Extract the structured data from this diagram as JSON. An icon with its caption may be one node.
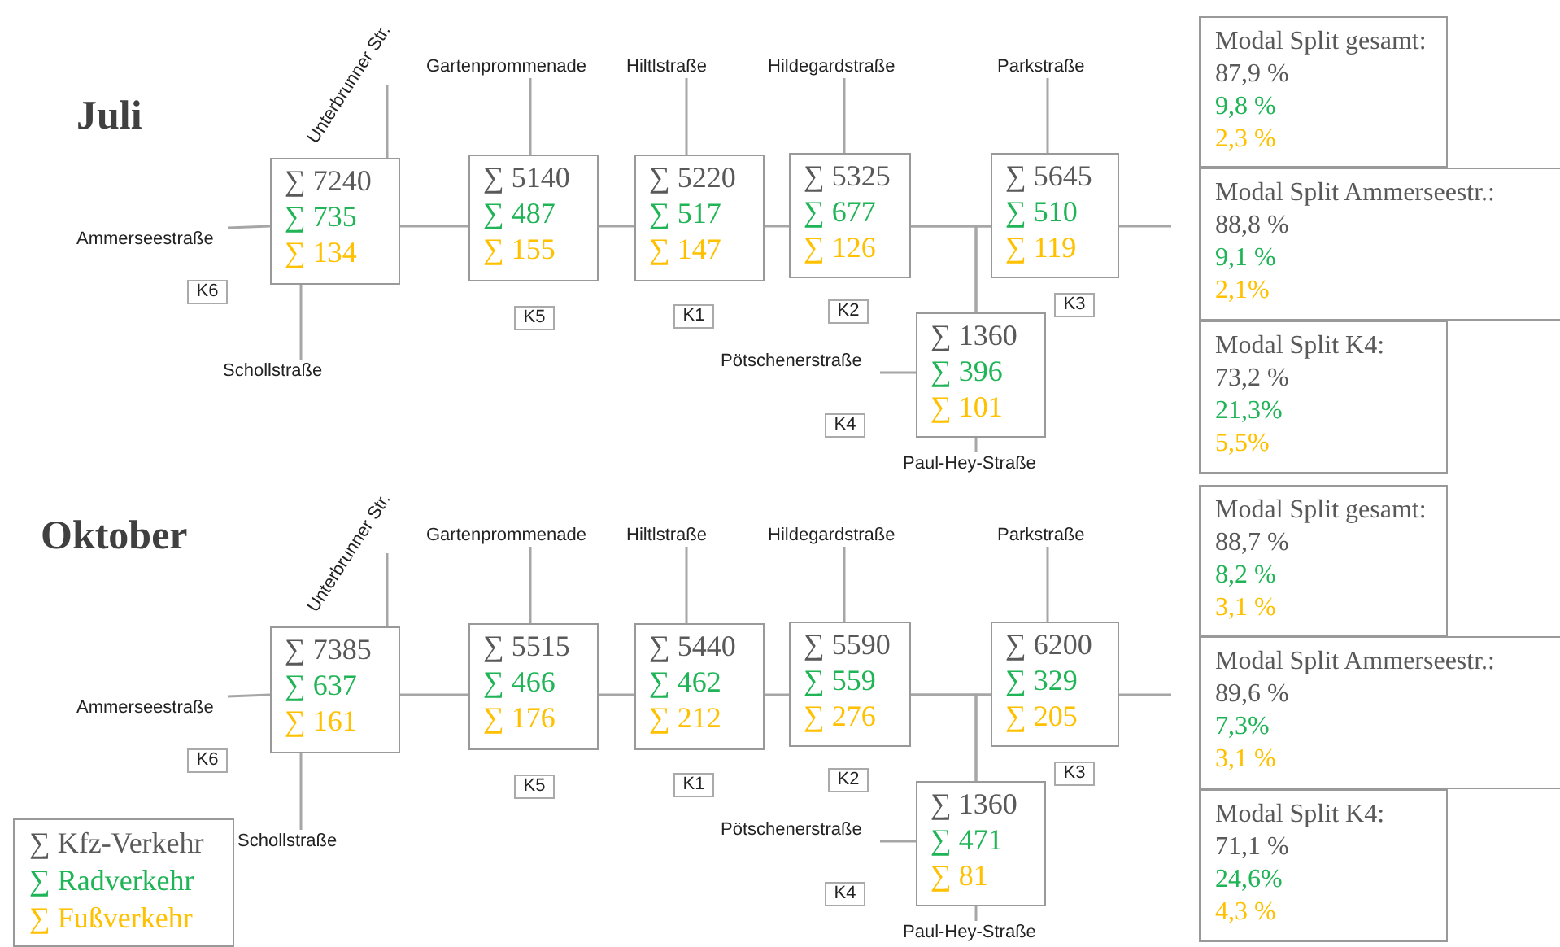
{
  "diagram": {
    "nodes": [
      {
        "text": [
          "Unterbrunner Str."
        ]
      },
      {
        "text": [
          "Gartenprommenade"
        ]
      },
      {
        "text": [
          "Hiltlstraße"
        ]
      },
      {
        "text": [
          "Hildegardstraße"
        ]
      },
      {
        "text": [
          "Parkstraße"
        ]
      },
      {
        "text": [
          "∑ 7240",
          "∑ 735",
          "∑ 134"
        ]
      },
      {
        "text": [
          "∑ 5140",
          "∑ 487",
          "∑ 155"
        ]
      },
      {
        "text": [
          "∑ 5220",
          "∑ 517",
          "∑ 147"
        ]
      },
      {
        "text": [
          "∑ 5325",
          "∑ 677",
          "∑ 126"
        ]
      },
      {
        "text": [
          "∑ 5645",
          "∑ 510",
          "∑ 119"
        ]
      },
      {
        "text": [
          "Ammerseestraße"
        ]
      },
      {
        "text": [
          "K6"
        ]
      },
      {
        "text": [
          "K5"
        ]
      },
      {
        "text": [
          "K1"
        ]
      },
      {
        "text": [
          "K2"
        ]
      },
      {
        "text": [
          "K3"
        ]
      },
      {
        "text": [
          "∑ 1360",
          "∑ 396",
          "∑ 101"
        ]
      },
      {
        "text": [
          "Pötschenerstraße"
        ]
      },
      {
        "text": [
          "Schollstraße"
        ]
      },
      {
        "text": [
          "K4"
        ]
      },
      {
        "text": [
          "Paul-Hey-Straße"
        ]
      },
      {
        "text": [
          "Modal Split gesamt:",
          "87,9 %",
          "9,8 %",
          "2,3 %"
        ]
      },
      {
        "text": [
          "Modal Split Ammerseestr.:",
          "88,8 %",
          "9,1 %",
          "2,1%"
        ]
      },
      {
        "text": [
          "Modal Split K4:",
          "73,2 %",
          "21,3%",
          "5,5%"
        ]
      },
      {
        "text": [
          "Unterbrunner Str."
        ]
      },
      {
        "text": [
          "Gartenprommenade"
        ]
      },
      {
        "text": [
          "Hiltlstraße"
        ]
      },
      {
        "text": [
          "Hildegardstraße"
        ]
      },
      {
        "text": [
          "Parkstraße"
        ]
      },
      {
        "text": [
          "∑ 7385",
          "∑ 637",
          "∑ 161"
        ]
      },
      {
        "text": [
          "∑ 5515",
          "∑ 466",
          "∑ 176"
        ]
      },
      {
        "text": [
          "∑ 5440",
          "∑ 462",
          "∑ 212"
        ]
      },
      {
        "text": [
          "∑ 5590",
          "∑ 559",
          "∑ 276"
        ]
      },
      {
        "text": [
          "∑ 6200",
          "∑ 329",
          "∑ 205"
        ]
      },
      {
        "text": [
          "Ammerseestraße"
        ]
      },
      {
        "text": [
          "K6"
        ]
      },
      {
        "text": [
          "K5"
        ]
      },
      {
        "text": [
          "K1"
        ]
      },
      {
        "text": [
          "K2"
        ]
      },
      {
        "text": [
          "K3"
        ]
      },
      {
        "text": [
          "∑ 1360",
          "∑ 471",
          "∑ 81"
        ]
      },
      {
        "text": [
          "Pötschenerstraße"
        ]
      },
      {
        "text": [
          "Schollstraße"
        ]
      },
      {
        "text": [
          "K4"
        ]
      },
      {
        "text": [
          "Paul-Hey-Straße"
        ]
      },
      {
        "text": [
          "Modal Split gesamt:",
          "88,7 %",
          "8,2 %",
          "3,1 %"
        ]
      },
      {
        "text": [
          "Modal Split Ammerseestr.:",
          "89,6 %",
          "7,3%",
          "3,1 %"
        ]
      },
      {
        "text": [
          "Modal Split K4:",
          "71,1 %",
          "24,6%",
          "4,3 %"
        ]
      }
    ],
    "edges": [
      {
        "from": 5,
        "to": 6,
        "arrow": "none"
      },
      {
        "from": 6,
        "to": 7,
        "arrow": "none"
      },
      {
        "from": 7,
        "to": 8,
        "arrow": "none"
      },
      {
        "from": 8,
        "to": 9,
        "arrow": "none"
      },
      {
        "from": 8,
        "to": 16,
        "arrow": "none"
      },
      {
        "from": 9,
        "to": 16,
        "arrow": "none"
      },
      {
        "from": 5,
        "to": 10,
        "arrow": "none"
      },
      {
        "from": 5,
        "to": 0,
        "arrow": "none"
      },
      {
        "from": 5,
        "to": 18,
        "arrow": "none"
      },
      {
        "from": 6,
        "to": 1,
        "arrow": "none"
      },
      {
        "from": 7,
        "to": 2,
        "arrow": "none"
      },
      {
        "from": 8,
        "to": 3,
        "arrow": "none"
      },
      {
        "from": 9,
        "to": 4,
        "arrow": "none"
      },
      {
        "from": 9,
        "to": null,
        "arrow": "none"
      },
      {
        "from": 16,
        "to": 17,
        "arrow": "none"
      },
      {
        "from": 16,
        "to": 20,
        "arrow": "none"
      },
      {
        "from": 29,
        "to": 30,
        "arrow": "none"
      },
      {
        "from": 30,
        "to": 31,
        "arrow": "none"
      },
      {
        "from": 31,
        "to": 32,
        "arrow": "none"
      },
      {
        "from": 32,
        "to": 33,
        "arrow": "none"
      },
      {
        "from": 32,
        "to": 40,
        "arrow": "none"
      },
      {
        "from": 33,
        "to": 40,
        "arrow": "none"
      },
      {
        "from": 29,
        "to": 34,
        "arrow": "none"
      },
      {
        "from": 29,
        "to": 24,
        "arrow": "none"
      },
      {
        "from": 29,
        "to": 42,
        "arrow": "none"
      },
      {
        "from": 30,
        "to": 25,
        "arrow": "none"
      },
      {
        "from": 31,
        "to": 26,
        "arrow": "none"
      },
      {
        "from": 32,
        "to": 27,
        "arrow": "none"
      },
      {
        "from": 33,
        "to": 28,
        "arrow": "none"
      },
      {
        "from": 33,
        "to": null,
        "arrow": "none"
      },
      {
        "from": 40,
        "to": 41,
        "arrow": "none"
      },
      {
        "from": 40,
        "to": 44,
        "arrow": "none"
      }
    ],
    "labels": [
      "Juli",
      "Oktober"
    ],
    "legend": [
      {
        "text": "∑ Kfz-Verkehr",
        "color": "#595959"
      },
      {
        "text": "∑ Radverkehr",
        "color": "#1fb455"
      },
      {
        "text": "∑ Fußverkehr",
        "color": "#ffc000"
      }
    ]
  }
}
